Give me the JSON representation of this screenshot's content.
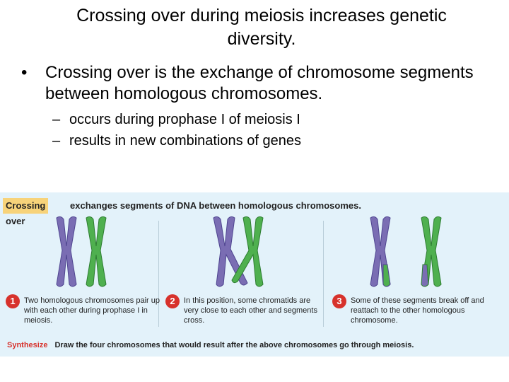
{
  "slide": {
    "title": "Crossing over during meiosis increases genetic diversity.",
    "bullet": "Crossing over is the exchange of chromosome segments between homologous chromosomes.",
    "sub_bullets": [
      "occurs during prophase I of meiosis I",
      "results in new combinations of genes"
    ]
  },
  "figure": {
    "heading_highlight": "Crossing over",
    "heading_rest": "exchanges segments of DNA between homologous chromosomes.",
    "steps": [
      {
        "number": "1",
        "text": "Two homologous chromosomes pair up with each other during prophase I in meiosis."
      },
      {
        "number": "2",
        "text": "In this position, some chromatids are very close to each other and segments cross."
      },
      {
        "number": "3",
        "text": "Some of these segments break off and reattach to the other homologous chromosome."
      }
    ],
    "synthesize_label": "Synthesize",
    "synthesize_text": "Draw the four chromosomes that would result after the above chromosomes go through meiosis."
  },
  "colors": {
    "purple_chromosome": "#7a6db3",
    "green_chromosome": "#4fb04f",
    "highlight": "#f7d37a",
    "step_badge": "#d7322c",
    "figure_bg": "#e3f2fa"
  }
}
